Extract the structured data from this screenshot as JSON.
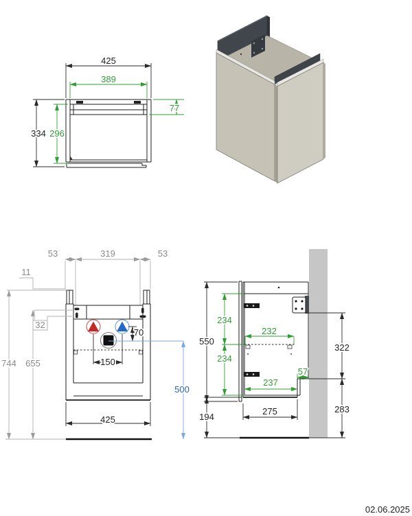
{
  "meta": {
    "date": "02.06.2025"
  },
  "colors": {
    "dim_black": "#2a2a2a",
    "dim_gray": "#8a8a8a",
    "dim_green": "#2f9e33",
    "dim_blue_text": "#2b62c4",
    "dim_blue_line": "#7aa9dd",
    "hot_water": "#c62828",
    "cold_water": "#2469c8",
    "drain": "#101010",
    "wall": "#c6c6c6",
    "panel_front": "#cfccc1",
    "panel_side": "#c6c2b6",
    "frame_dark": "#41464c"
  },
  "top_view": {
    "overall_width": "425",
    "inner_width": "389",
    "overall_depth": "334",
    "inner_depth": "296",
    "rail_depth": "77"
  },
  "front_view": {
    "left_screw_offset": "53",
    "screw_spacing": "319",
    "right_screw_offset": "53",
    "rail_setback": "11",
    "slot_spacing": "32",
    "rail_top_height": "744",
    "screw_height": "655",
    "supply_drain_offset": "70",
    "supply_spacing": "150",
    "width": "425",
    "drain_height": "500"
  },
  "side_view": {
    "height": "550",
    "top_shelf_gap": "234",
    "shelf_depth": "232",
    "shelf_bottom_gap": "234",
    "bracket_bottom_gap": "322",
    "recess_depth": "57",
    "bottom_panel_depth": "237",
    "body_depth": "275",
    "front_floor_gap": "194",
    "back_floor_gap": "283"
  }
}
